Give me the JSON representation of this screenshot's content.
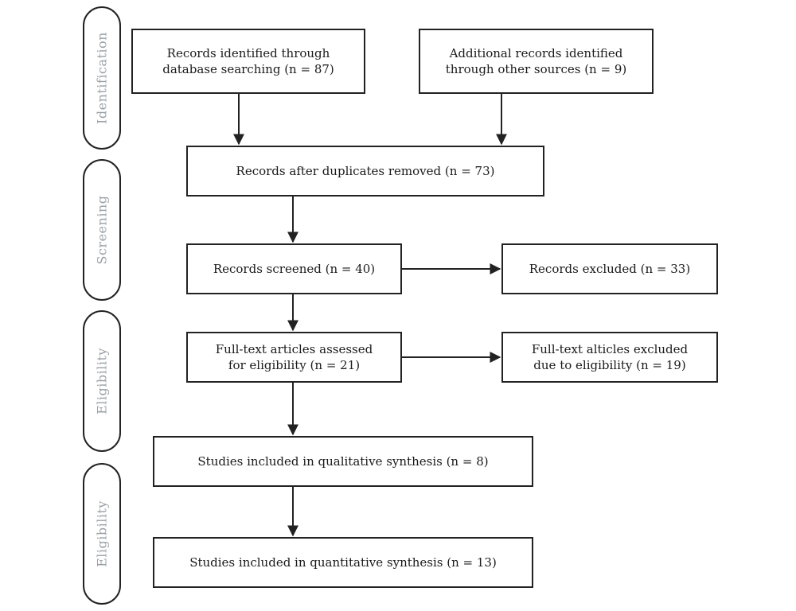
{
  "stages": [
    {
      "label": "Identification"
    },
    {
      "label": "Screening"
    },
    {
      "label": "Eligibility"
    },
    {
      "label": "Eligibility"
    }
  ],
  "boxes": {
    "db_search": {
      "lines": [
        "Records identified through",
        "database searching (n = 87)"
      ]
    },
    "other_sources": {
      "lines": [
        "Additional records identified",
        "through other sources (n = 9)"
      ]
    },
    "duplicates_removed": {
      "lines": [
        "Records after duplicates removed (n = 73)"
      ]
    },
    "screened": {
      "lines": [
        "Records screened (n = 40)"
      ]
    },
    "excluded": {
      "lines": [
        "Records excluded (n = 33)"
      ]
    },
    "fulltext_assessed": {
      "lines": [
        "Full-text articles assessed",
        "for eligibility (n = 21)"
      ]
    },
    "fulltext_excluded": {
      "lines": [
        "Full-text alticles excluded",
        "due to eligibility (n = 19)"
      ]
    },
    "qualitative": {
      "lines": [
        "Studies included in qualitative synthesis (n = 8)"
      ]
    },
    "quantitative": {
      "lines": [
        "Studies included in quantitative synthesis (n = 13)"
      ]
    }
  }
}
